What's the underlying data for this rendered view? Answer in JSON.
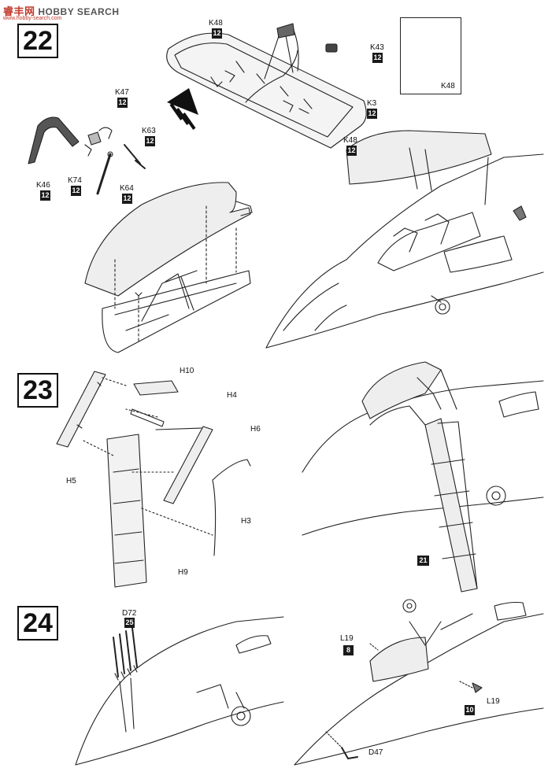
{
  "watermark": {
    "brand_cn": "睿丰网",
    "brand_en": "HOBBY SEARCH",
    "sub": "www.hobby-search.com"
  },
  "steps": [
    {
      "number": "22"
    },
    {
      "number": "23"
    },
    {
      "number": "24"
    }
  ],
  "step22": {
    "parts": [
      {
        "code": "K48",
        "sprue": "12"
      },
      {
        "code": "K43",
        "sprue": "12"
      },
      {
        "code": "K47",
        "sprue": "12"
      },
      {
        "code": "K63",
        "sprue": "12"
      },
      {
        "code": "K3",
        "sprue": "12"
      },
      {
        "code": "K48",
        "sprue": "12"
      },
      {
        "code": "K46",
        "sprue": "12"
      },
      {
        "code": "K74",
        "sprue": "12"
      },
      {
        "code": "K64",
        "sprue": "12"
      }
    ],
    "inset_label": "K48"
  },
  "step23": {
    "parts": [
      "H10",
      "H4",
      "H6",
      "H5",
      "H3",
      "H9"
    ],
    "callout_badge": "21"
  },
  "step24": {
    "parts": [
      {
        "code": "D72",
        "sprue": "25"
      },
      {
        "code": "L19",
        "sprue": "8"
      },
      {
        "code": "L19",
        "sprue": "10"
      },
      {
        "code": "D47",
        "sprue": ""
      }
    ]
  }
}
